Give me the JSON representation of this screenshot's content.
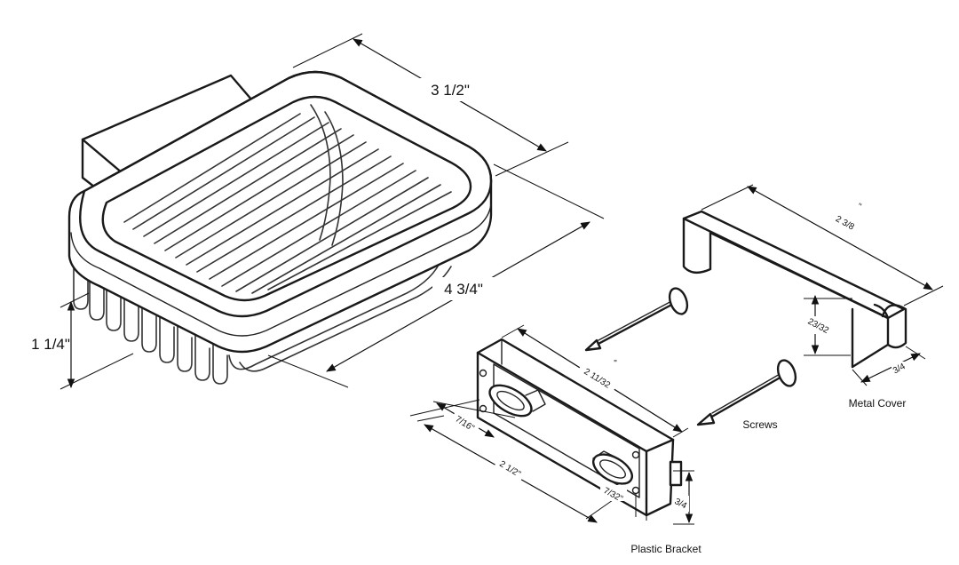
{
  "dimensions": {
    "width": "3 1/2\"",
    "length": "4 3/4\"",
    "height": "1 1/4\"",
    "cover_length": "2 3/8",
    "cover_mark": "\"",
    "cover_height": "23/32",
    "cover_depth": "3/4",
    "bracket_length": "2 11/32",
    "bracket_mark": "\"",
    "hole_offset": "7/16\"",
    "hole_spacing": "2 1/2\"",
    "bracket_thickness": "7/32\"",
    "bracket_height": "3/4"
  },
  "labels": {
    "metal_cover": "Metal Cover",
    "screws": "Screws",
    "plastic_bracket": "Plastic Bracket"
  }
}
